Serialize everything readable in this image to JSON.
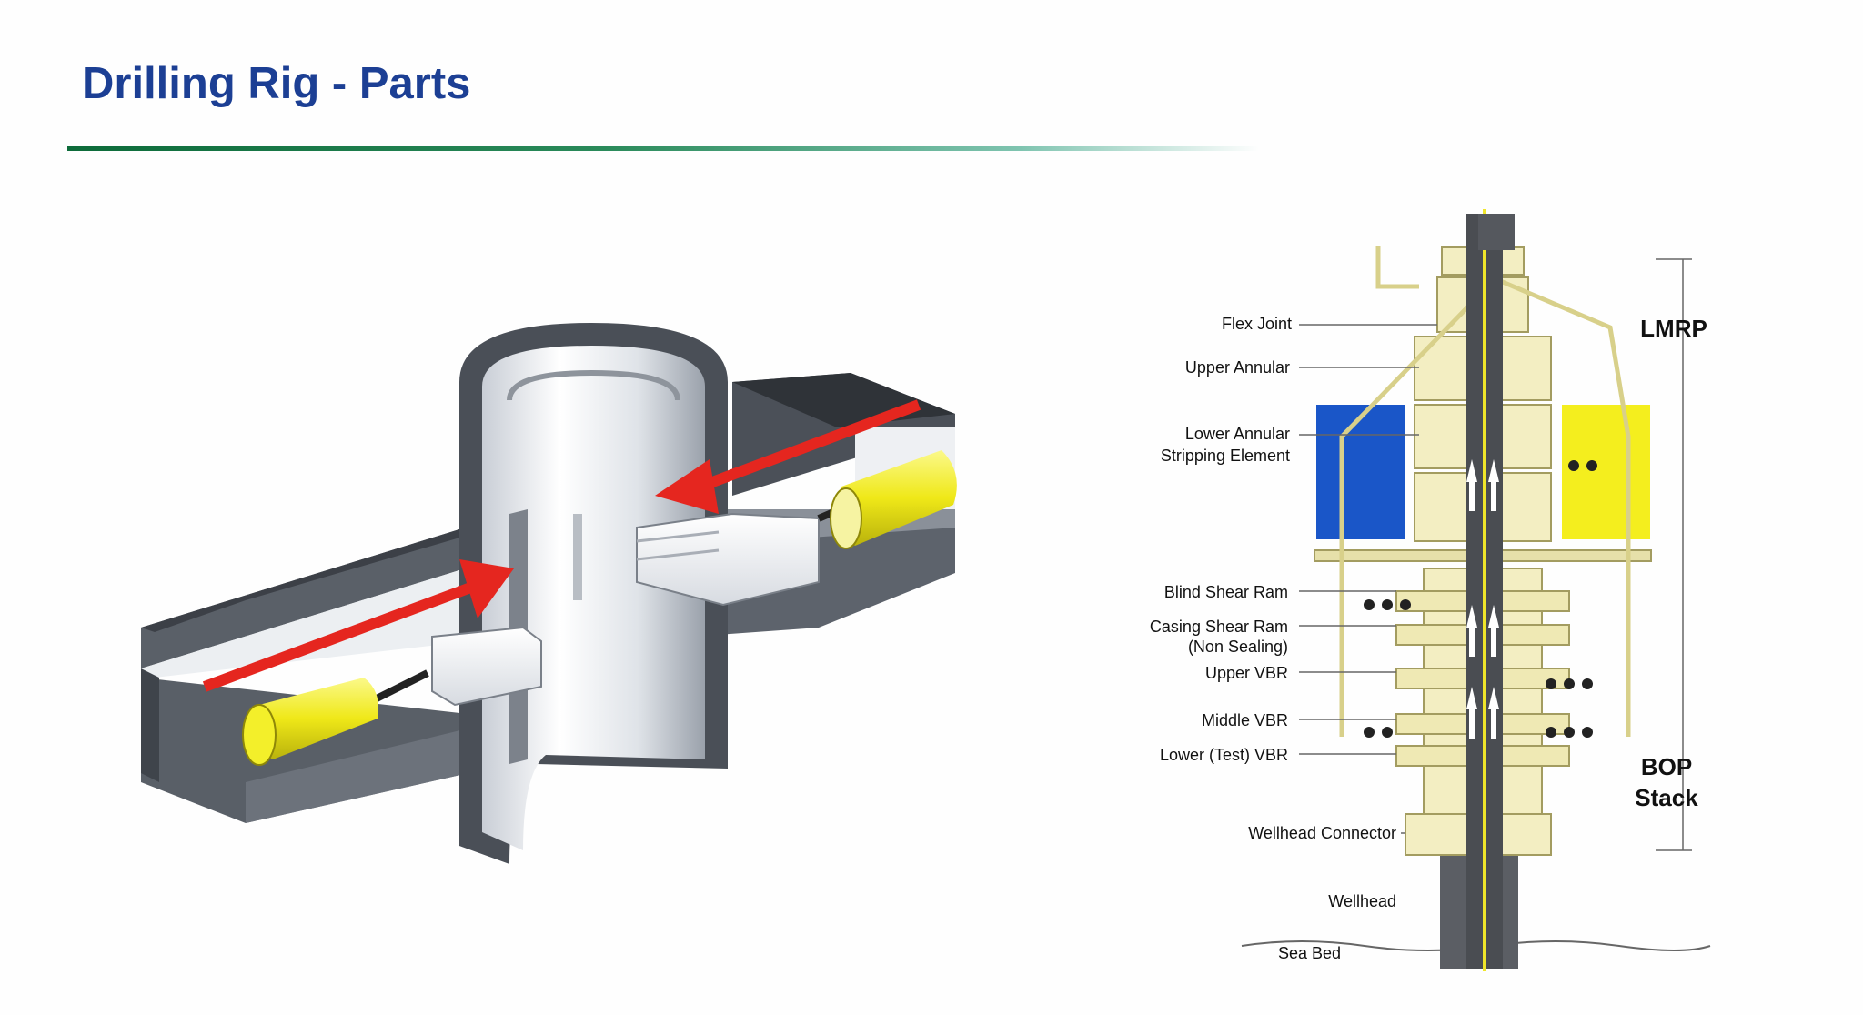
{
  "slide": {
    "title": "Drilling Rig - Parts"
  },
  "bop_labels": {
    "flex_joint": "Flex Joint",
    "upper_annular": "Upper Annular",
    "lower_annular_line1": "Lower Annular",
    "lower_annular_line2": "Stripping Element",
    "blind_shear_ram": "Blind Shear Ram",
    "casing_shear_ram_line1": "Casing Shear Ram",
    "casing_shear_ram_line2": "(Non Sealing)",
    "upper_vbr": "Upper VBR",
    "middle_vbr": "Middle VBR",
    "lower_vbr": "Lower (Test) VBR",
    "wellhead_connector": "Wellhead Connector",
    "wellhead": "Wellhead",
    "sea_bed": "Sea Bed",
    "lmrp": "LMRP",
    "bop_stack_line1": "BOP",
    "bop_stack_line2": "Stack"
  },
  "colors": {
    "title": "#1c3f94",
    "arrow": "#e5261f",
    "cylinder": "#f2ee1c",
    "stack_body": "#f3eec2",
    "pod_blue": "#1a56c8",
    "pod_yellow": "#f4ee1e"
  }
}
